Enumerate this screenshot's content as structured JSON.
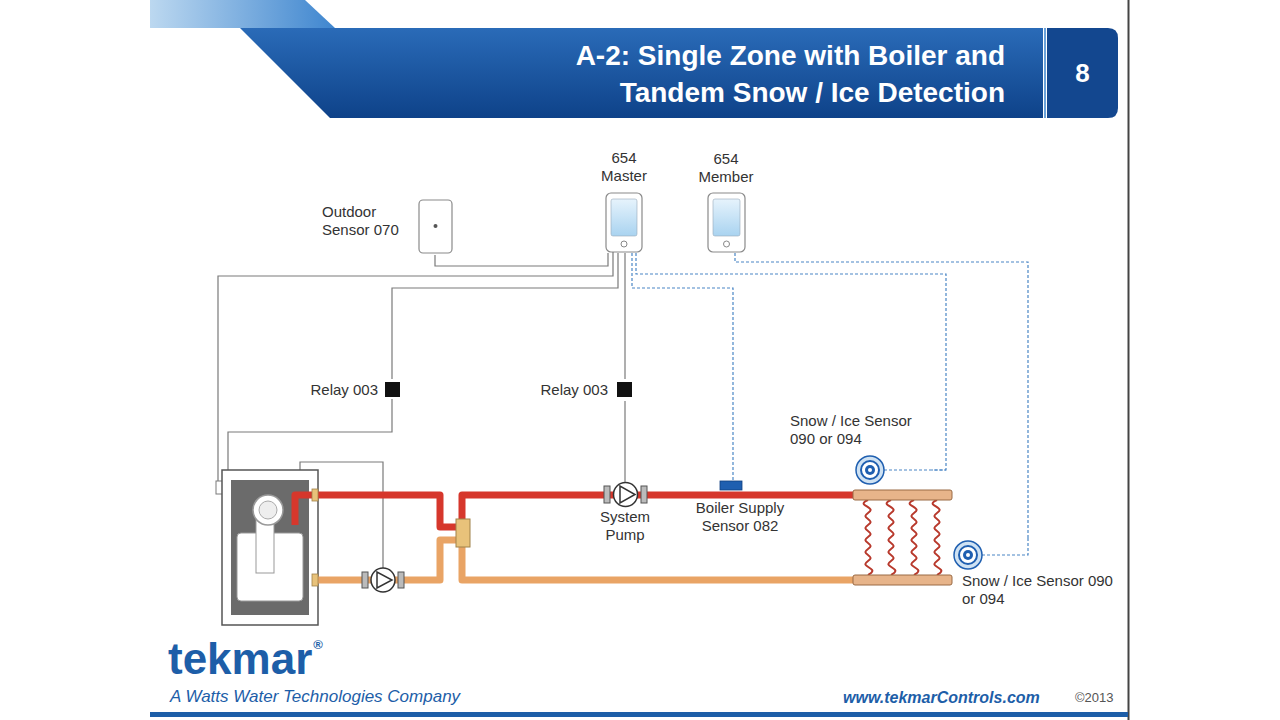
{
  "diagram": {
    "title": "A-2: Single Zone with Boiler and Tandem Snow / Ice Detection",
    "nodes": [
      {
        "text": [
          "Outdoor Sensor 070"
        ]
      },
      {
        "text": [
          "654 Master"
        ]
      },
      {
        "text": [
          "654 Member"
        ]
      },
      {
        "text": [
          "Relay 003"
        ]
      },
      {
        "text": [
          "Relay 003"
        ]
      },
      {
        "text": [
          "Snow / Ice Sensor 090 or 094"
        ]
      },
      {
        "text": [
          "System Pump"
        ]
      },
      {
        "text": [
          "Boiler Supply Sensor 082"
        ]
      },
      {
        "text": [
          "Snow / Ice Sensor 090 or 094"
        ]
      }
    ],
    "edges": [
      {
        "from": 0,
        "to": 1,
        "arrow": "none"
      },
      {
        "from": 1,
        "to": 3,
        "arrow": "none"
      },
      {
        "from": 1,
        "to": 4,
        "arrow": "none"
      },
      {
        "from": 4,
        "to": 6,
        "arrow": "none"
      },
      {
        "from": 1,
        "to": 7,
        "arrow": "none"
      },
      {
        "from": 1,
        "to": 5,
        "arrow": "none"
      },
      {
        "from": 2,
        "to": 8,
        "arrow": "none"
      }
    ],
    "labels": [
      "8",
      "tekmar",
      "®",
      "A Watts Water Technologies Company",
      "www.tekmarControls.com",
      "©2013"
    ]
  }
}
